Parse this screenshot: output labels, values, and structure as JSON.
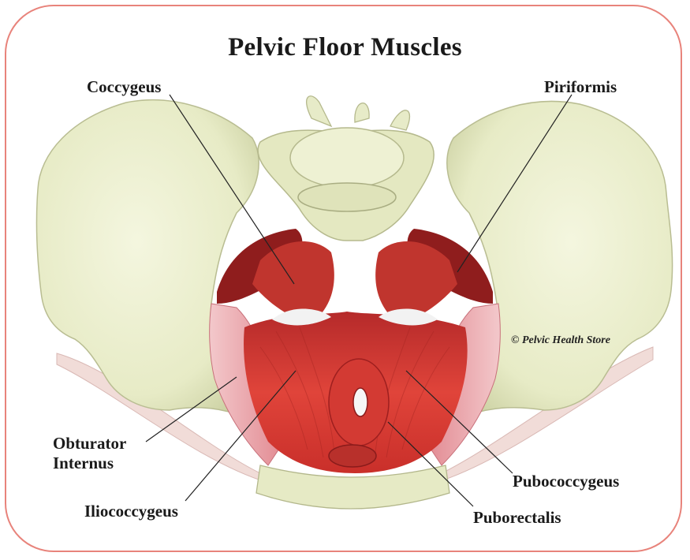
{
  "title": "Pelvic Floor Muscles",
  "labels": {
    "coccygeus": "Coccygeus",
    "piriformis": "Piriformis",
    "obturator_line1": "Obturator",
    "obturator_line2": "Internus",
    "iliococcygeus": "Iliococcygeus",
    "pubococcygeus": "Pubococcygeus",
    "puborectalis": "Puborectalis"
  },
  "credit": "© Pelvic Health Store",
  "colors": {
    "frame": "#e8837b",
    "bone": "#ecf0cf",
    "bone_shadow": "#c7cca4",
    "muscle": "#d93a30",
    "muscle_dark": "#9e1f1f",
    "obturator": "#e9a9ae",
    "ligament": "#f1d9d6"
  }
}
